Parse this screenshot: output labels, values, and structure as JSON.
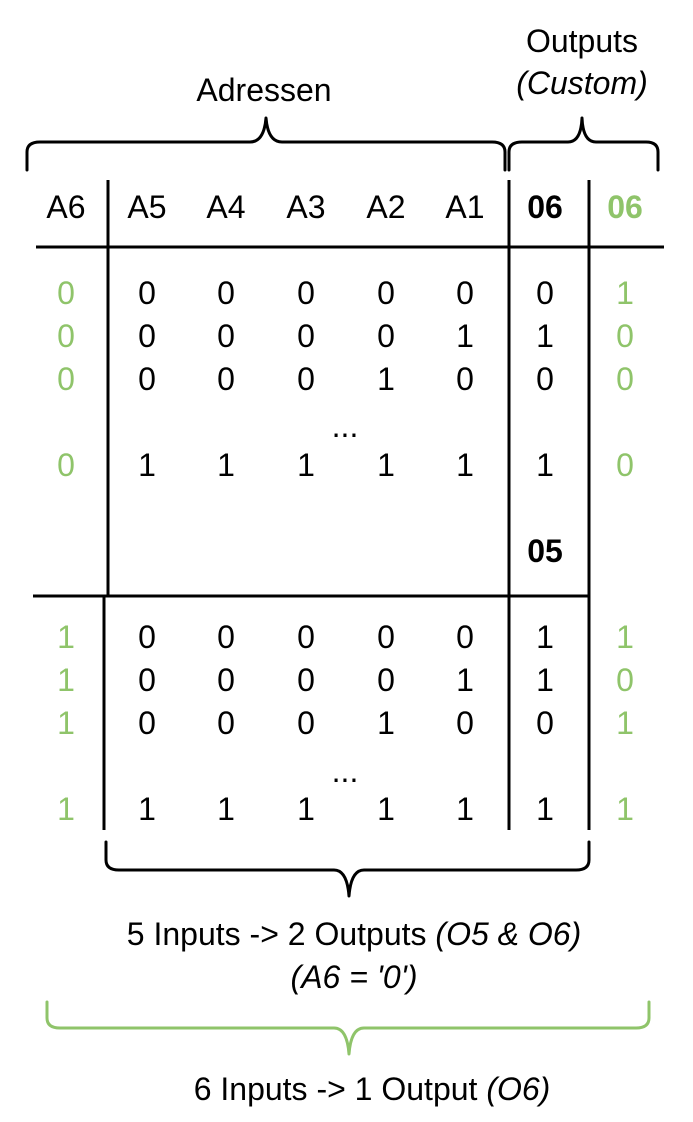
{
  "headers": {
    "outputs_label": "Outputs",
    "custom_label": "(Custom)",
    "addresses_label": "Adressen",
    "columns": [
      "A6",
      "A5",
      "A4",
      "A3",
      "A2",
      "A1",
      "06",
      "06"
    ]
  },
  "upper_block": {
    "rows": [
      [
        "0",
        "0",
        "0",
        "0",
        "0",
        "0",
        "0",
        "1"
      ],
      [
        "0",
        "0",
        "0",
        "0",
        "0",
        "1",
        "1",
        "0"
      ],
      [
        "0",
        "0",
        "0",
        "0",
        "1",
        "0",
        "0",
        "0"
      ]
    ],
    "ellipsis": "...",
    "last_row": [
      "0",
      "1",
      "1",
      "1",
      "1",
      "1",
      "1",
      "0"
    ],
    "o5_label": "05"
  },
  "lower_block": {
    "rows": [
      [
        "1",
        "0",
        "0",
        "0",
        "0",
        "0",
        "1",
        "1"
      ],
      [
        "1",
        "0",
        "0",
        "0",
        "0",
        "1",
        "1",
        "0"
      ],
      [
        "1",
        "0",
        "0",
        "0",
        "1",
        "0",
        "0",
        "1"
      ]
    ],
    "ellipsis": "...",
    "last_row": [
      "1",
      "1",
      "1",
      "1",
      "1",
      "1",
      "1",
      "1"
    ]
  },
  "captions": {
    "five_inputs_main": "5 Inputs -> 2 Outputs ",
    "five_inputs_italic": "(O5 & O6)",
    "a6_condition": "(A6 = '0')",
    "six_inputs_main": "6 Inputs -> 1 Output ",
    "six_inputs_italic": "(O6)"
  },
  "colors": {
    "black": "#000000",
    "green": "#8fc46a"
  }
}
